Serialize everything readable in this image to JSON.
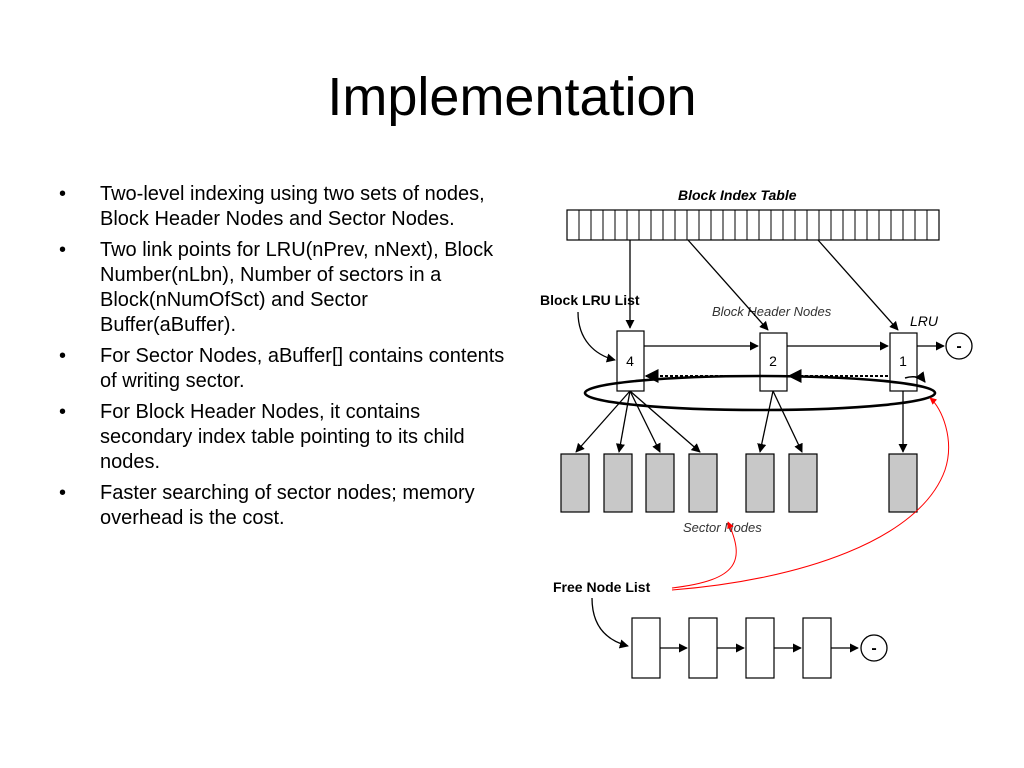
{
  "slide": {
    "title": "Implementation",
    "bullets": [
      "Two-level indexing using two sets of nodes, Block Header Nodes and Sector Nodes.",
      "Two link points for LRU(nPrev, nNext), Block Number(nLbn), Number of sectors in a Block(nNumOfSct) and Sector Buffer(aBuffer).",
      "For Sector Nodes, aBuffer[] contains contents of writing sector.",
      "For Block Header Nodes, it contains secondary index table pointing to its child nodes.",
      "Faster searching of sector nodes; memory overhead is the cost."
    ],
    "bullet_glyph": "•"
  },
  "diagram": {
    "block_index_table_label": "Block Index Table",
    "block_lru_list_label": "Block LRU List",
    "block_header_nodes_label": "Block Header Nodes",
    "lru_label": "LRU",
    "sector_nodes_label": "Sector Nodes",
    "free_node_list_label": "Free Node List",
    "header_nodes": [
      "4",
      "2",
      "1"
    ],
    "terminator_symbol": "-",
    "colors": {
      "line": "#000000",
      "sector_fill": "#c8c8c8",
      "node_fill": "#ffffff",
      "free_link": "#ff0000"
    }
  }
}
